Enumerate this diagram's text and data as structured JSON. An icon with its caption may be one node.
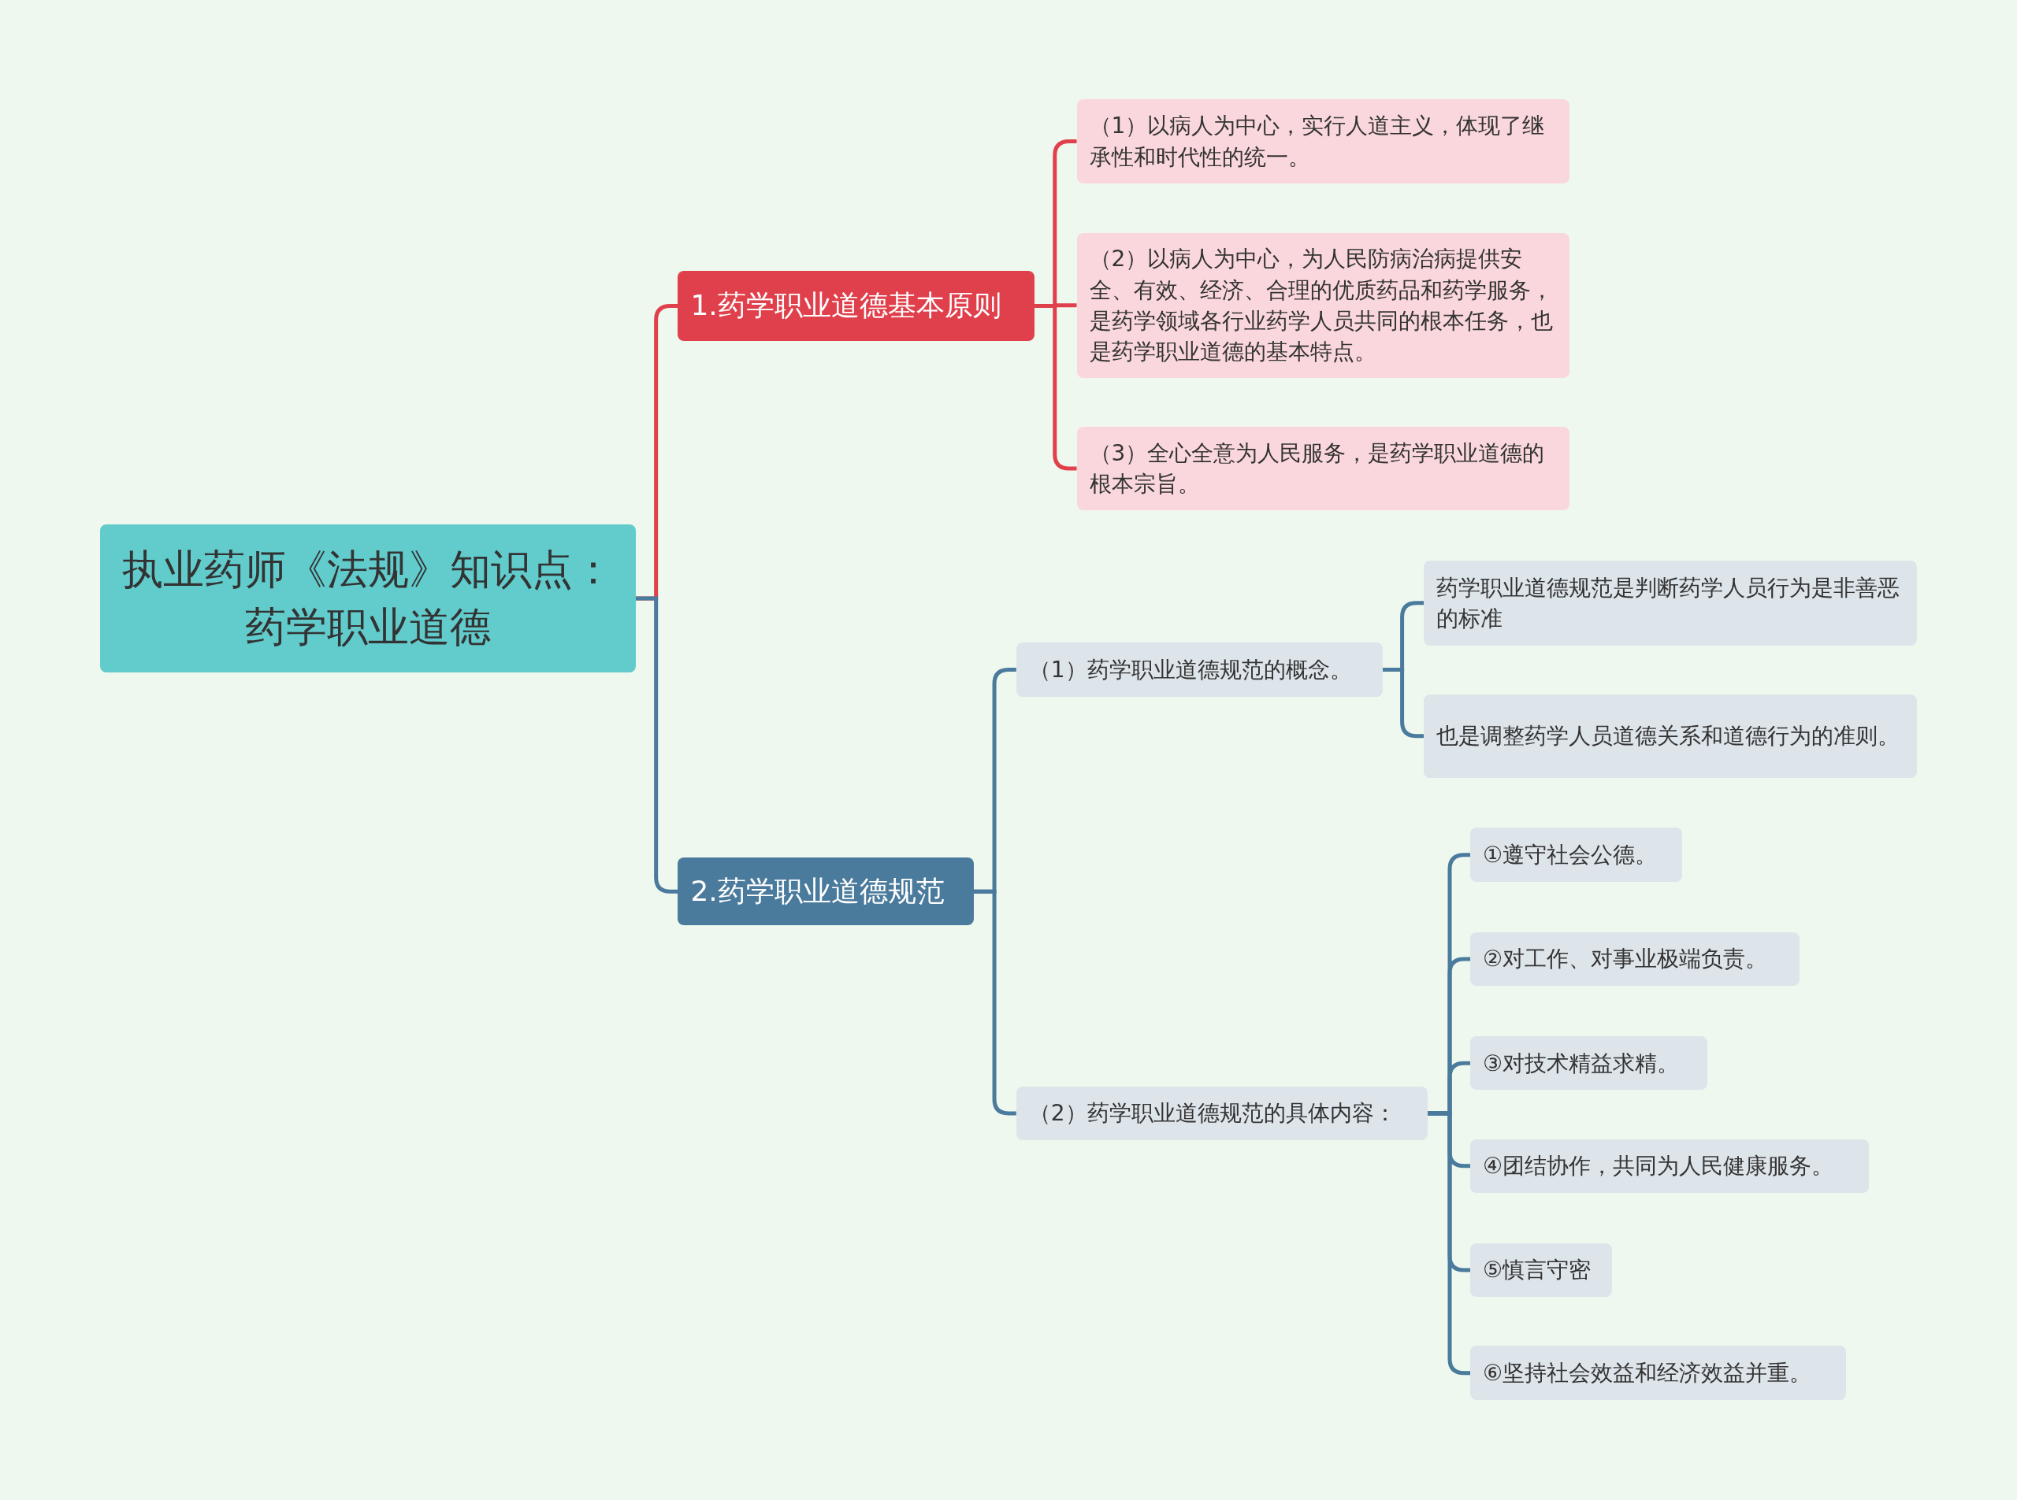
{
  "diagram": {
    "nodes": [
      {
        "text": [
          "执业药师《法规》知识点：药学职业道德"
        ]
      },
      {
        "text": [
          "1.药学职业道德基本原则"
        ]
      },
      {
        "text": [
          "（1）以病人为中心，实行人道主义，体现了继承性和时代性的统一。"
        ]
      },
      {
        "text": [
          "（2）以病人为中心，为人民防病治病提供安全、有效、经济、合理的优质药品和药学服务，是药学领域各行业药学人员共同的根本任务，也是药学职业道德的基本特点。"
        ]
      },
      {
        "text": [
          "（3）全心全意为人民服务，是药学职业道德的根本宗旨。"
        ]
      },
      {
        "text": [
          "2.药学职业道德规范"
        ]
      },
      {
        "text": [
          "（1）药学职业道德规范的概念。"
        ]
      },
      {
        "text": [
          "药学职业道德规范是判断药学人员行为是非善恶的标准"
        ]
      },
      {
        "text": [
          "也是调整药学人员道德关系和道德行为的准则。"
        ]
      },
      {
        "text": [
          "（2）药学职业道德规范的具体内容："
        ]
      },
      {
        "text": [
          "①遵守社会公德。"
        ]
      },
      {
        "text": [
          "②对工作、对事业极端负责。"
        ]
      },
      {
        "text": [
          "③对技术精益求精。"
        ]
      },
      {
        "text": [
          "④团结协作，共同为人民健康服务。"
        ]
      },
      {
        "text": [
          "⑤慎言守密"
        ]
      },
      {
        "text": [
          "⑥坚持社会效益和经济效益并重。"
        ]
      }
    ],
    "edges": [
      {
        "from": 0,
        "to": 1,
        "arrow": "none",
        "color": "#e0404c"
      },
      {
        "from": 1,
        "to": 2,
        "arrow": "none",
        "color": "#e0404c"
      },
      {
        "from": 1,
        "to": 3,
        "arrow": "none",
        "color": "#e0404c"
      },
      {
        "from": 1,
        "to": 4,
        "arrow": "none",
        "color": "#e0404c"
      },
      {
        "from": 0,
        "to": 5,
        "arrow": "none"
      },
      {
        "from": 5,
        "to": 6,
        "arrow": "none"
      },
      {
        "from": 6,
        "to": 7,
        "arrow": "none"
      },
      {
        "from": 6,
        "to": 8,
        "arrow": "none"
      },
      {
        "from": 5,
        "to": 9,
        "arrow": "none"
      },
      {
        "from": 9,
        "to": 10,
        "arrow": "none"
      },
      {
        "from": 9,
        "to": 11,
        "arrow": "none"
      },
      {
        "from": 9,
        "to": 12,
        "arrow": "none"
      },
      {
        "from": 9,
        "to": 13,
        "arrow": "none"
      },
      {
        "from": 9,
        "to": 14,
        "arrow": "none"
      },
      {
        "from": 9,
        "to": 15,
        "arrow": "none"
      }
    ]
  }
}
